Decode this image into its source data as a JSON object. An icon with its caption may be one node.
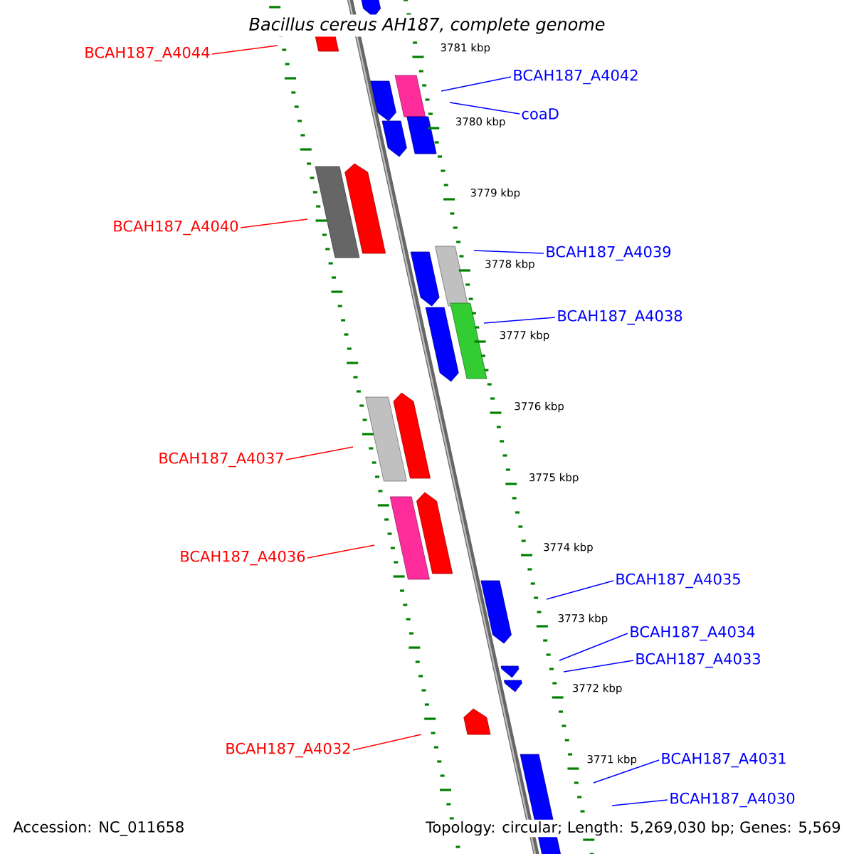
{
  "diagram": {
    "title": "Bacillus cereus AH187, complete genome",
    "nodes": [
      {
        "text": [
          "BCAH187_A4044"
        ]
      },
      {
        "text": [
          "BCAH187_A4042"
        ]
      },
      {
        "text": [
          "coaD"
        ]
      },
      {
        "text": [
          "BCAH187_A4040"
        ]
      },
      {
        "text": [
          "BCAH187_A4039"
        ]
      },
      {
        "text": [
          "BCAH187_A4038"
        ]
      },
      {
        "text": [
          "BCAH187_A4037"
        ]
      },
      {
        "text": [
          "BCAH187_A4036"
        ]
      },
      {
        "text": [
          "BCAH187_A4035"
        ]
      },
      {
        "text": [
          "BCAH187_A4034"
        ]
      },
      {
        "text": [
          "BCAH187_A4033"
        ]
      },
      {
        "text": [
          "BCAH187_A4032"
        ]
      },
      {
        "text": [
          "BCAH187_A4031"
        ]
      },
      {
        "text": [
          "BCAH187_A4030"
        ]
      }
    ],
    "edges": [
      {
        "from": 0,
        "to": null,
        "arrow": "none",
        "color": "#ff0000"
      },
      {
        "from": 1,
        "to": null,
        "arrow": "none",
        "color": "#0000ff"
      },
      {
        "from": 2,
        "to": null,
        "arrow": "none",
        "color": "#0000ff"
      },
      {
        "from": 3,
        "to": null,
        "arrow": "none",
        "color": "#ff0000"
      },
      {
        "from": 4,
        "to": null,
        "arrow": "none",
        "color": "#0000ff"
      },
      {
        "from": 5,
        "to": null,
        "arrow": "none",
        "color": "#0000ff"
      },
      {
        "from": 6,
        "to": null,
        "arrow": "none",
        "color": "#ff0000"
      },
      {
        "from": 7,
        "to": null,
        "arrow": "none",
        "color": "#ff0000"
      },
      {
        "from": 8,
        "to": null,
        "arrow": "none",
        "color": "#0000ff"
      },
      {
        "from": 9,
        "to": null,
        "arrow": "none",
        "color": "#0000ff"
      },
      {
        "from": 10,
        "to": null,
        "arrow": "none",
        "color": "#0000ff"
      },
      {
        "from": 11,
        "to": null,
        "arrow": "none",
        "color": "#ff0000"
      },
      {
        "from": 12,
        "to": null,
        "arrow": "none",
        "color": "#0000ff"
      },
      {
        "from": 13,
        "to": null,
        "arrow": "none",
        "color": "#0000ff"
      }
    ],
    "labels": [
      "3781 kbp",
      "3780 kbp",
      "3779 kbp",
      "3778 kbp",
      "3777 kbp",
      "3776 kbp",
      "3775 kbp",
      "3774 kbp",
      "3773 kbp",
      "3772 kbp",
      "3771 kbp",
      "Accession: NC_011658",
      "Topology: circular; Length: 5,269,030 bp; Genes: 5,569"
    ]
  }
}
